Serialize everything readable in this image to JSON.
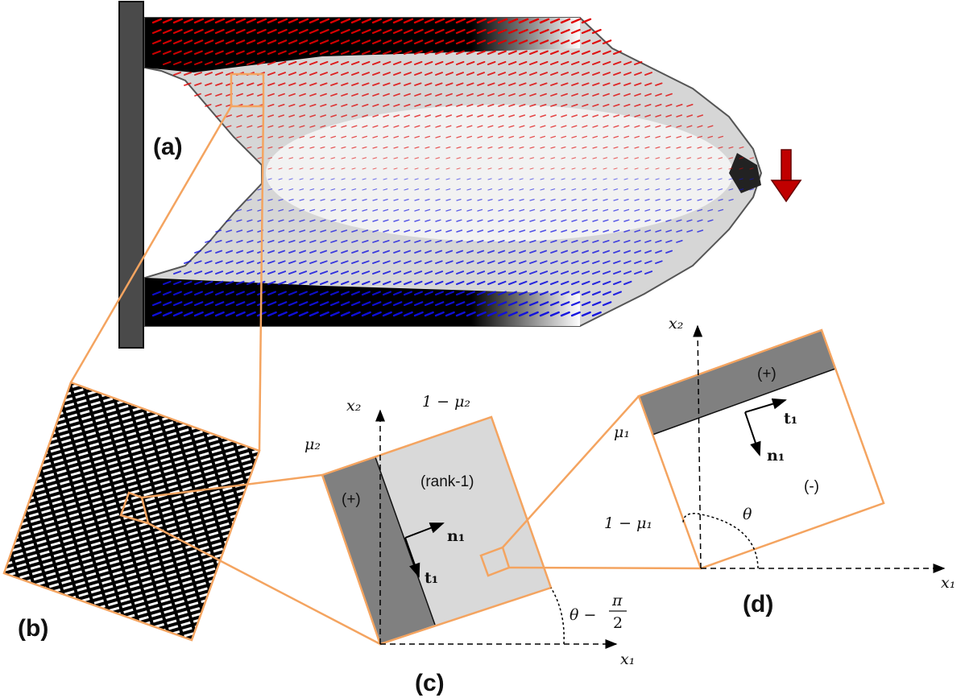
{
  "panels": {
    "a": {
      "label": "(a)"
    },
    "b": {
      "label": "(b)"
    },
    "c": {
      "label": "(c)"
    },
    "d": {
      "label": "(d)"
    }
  },
  "annotations": {
    "c_x2": "x₂",
    "c_x1": "x₁",
    "c_mu2": "μ₂",
    "c_one_minus_mu2": "1 − μ₂",
    "c_plus": "(+)",
    "c_rank1": "(rank-1)",
    "c_n1": "n₁",
    "c_t1": "t₁",
    "c_theta_minus": "θ −",
    "c_pi": "π",
    "c_two": "2",
    "d_x2": "x₂",
    "d_x1": "x₁",
    "d_plus": "(+)",
    "d_minus": "(-)",
    "d_mu1": "μ₁",
    "d_one_minus_mu1": "1 − μ₁",
    "d_t1": "t₁",
    "d_n1": "n₁",
    "d_theta": "θ"
  },
  "colors": {
    "accent_orange": "#f4a460",
    "support_gray": "#4a4a4a",
    "tension_red": "#e00000",
    "compression_blue": "#1010e0",
    "load_arrow": "#c00000",
    "phase_plus": "#808080",
    "phase_rank1": "#d9d9d9"
  },
  "icons": {
    "load": "down-arrow-icon"
  }
}
